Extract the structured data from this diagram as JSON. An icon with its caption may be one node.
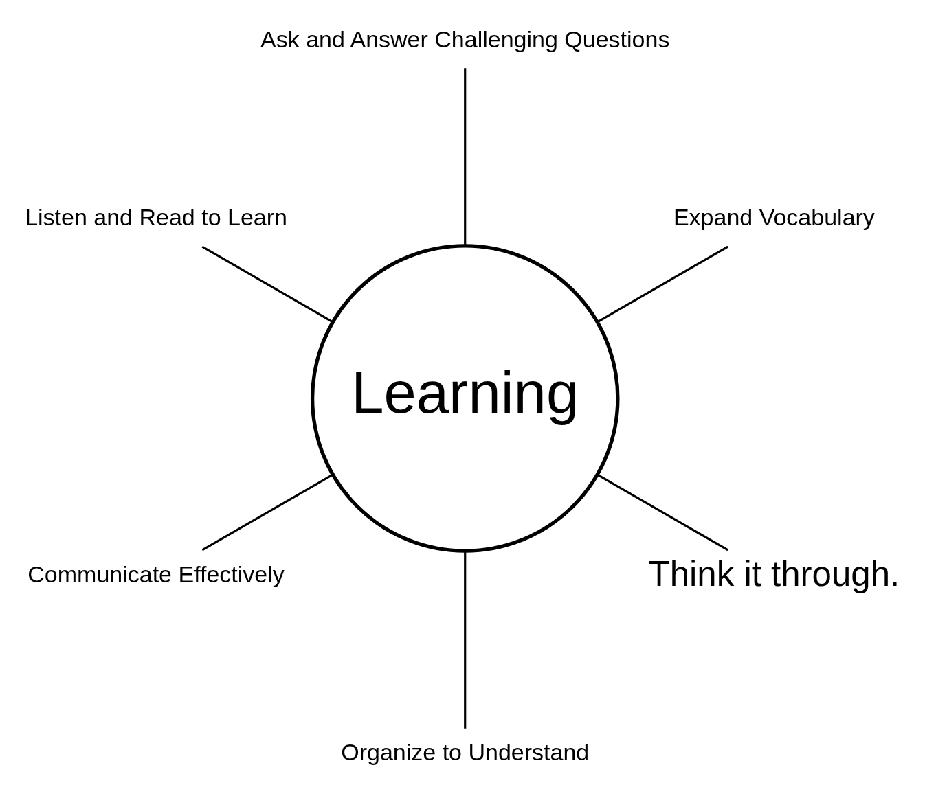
{
  "diagram": {
    "nodes": [
      {
        "text": [
          "Learning"
        ]
      },
      {
        "text": [
          "Expand Vocabulary"
        ]
      },
      {
        "text": [
          "Ask and Answer Challenging Questions"
        ]
      },
      {
        "text": [
          "Listen and Read to Learn"
        ]
      },
      {
        "text": [
          "Communicate Effectively"
        ]
      },
      {
        "text": [
          "Organize to Understand"
        ]
      },
      {
        "text": [
          "Think it through."
        ]
      }
    ],
    "edges": [
      {
        "from": 0,
        "to": 1,
        "arrow": "none"
      },
      {
        "from": 0,
        "to": 2,
        "arrow": "none"
      },
      {
        "from": 0,
        "to": 3,
        "arrow": "none"
      },
      {
        "from": 0,
        "to": 4,
        "arrow": "none"
      },
      {
        "from": 0,
        "to": 5,
        "arrow": "none"
      },
      {
        "from": 0,
        "to": 6,
        "arrow": "none"
      }
    ]
  }
}
